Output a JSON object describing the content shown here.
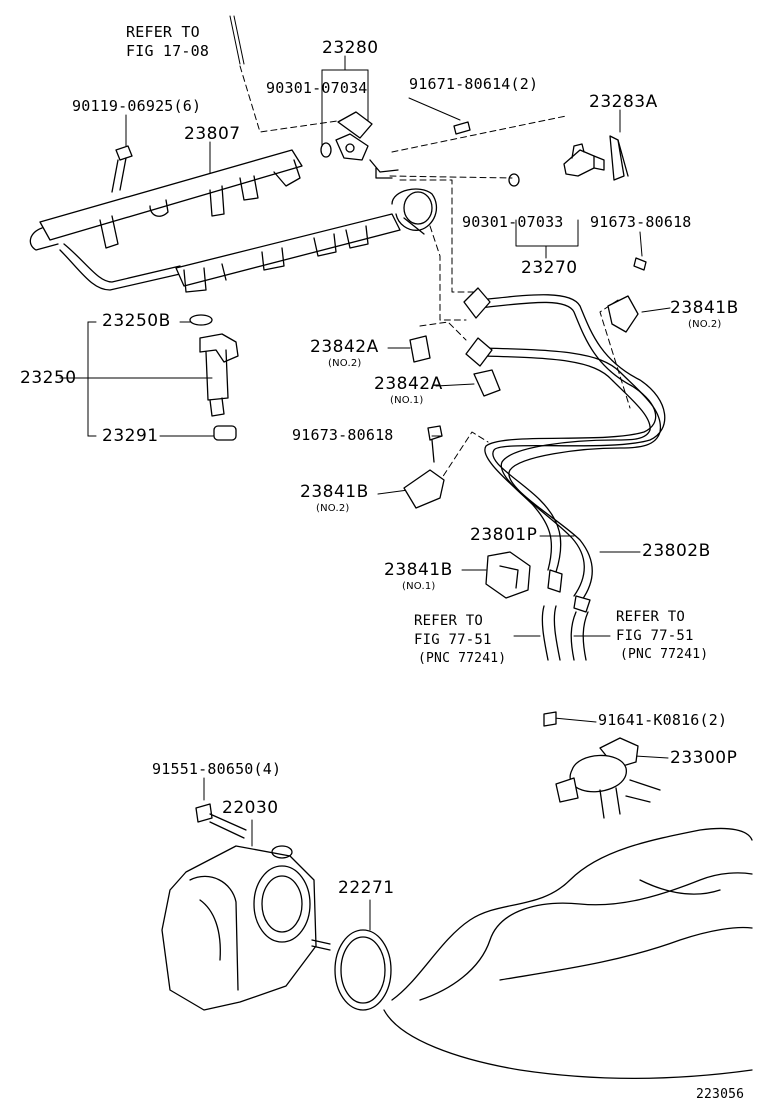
{
  "labels": {
    "refer_fig_17_08": {
      "line1": "REFER TO",
      "line2": "FIG 17-08"
    },
    "p23280": "23280",
    "p90301_07034": "90301-07034",
    "p91671_80614": "91671-80614(2)",
    "p23283A": "23283A",
    "p90119_06925": "90119-06925(6)",
    "p23807": "23807",
    "p90301_07033": "90301-07033",
    "p91673_80618_a": "91673-80618",
    "p23270": "23270",
    "p23841B_a": "23841B",
    "no2_a": "(NO.2)",
    "p23250B": "23250B",
    "p23250": "23250",
    "p23291": "23291",
    "p23842A_a": "23842A",
    "no2_b": "(NO.2)",
    "p23842A_b": "23842A",
    "no1_a": "(NO.1)",
    "p91673_80618_b": "91673-80618",
    "p23841B_b": "23841B",
    "no2_c": "(NO.2)",
    "p23801P": "23801P",
    "p23802B": "23802B",
    "p23841B_c": "23841B",
    "no1_b": "(NO.1)",
    "refer_77_51_a": {
      "line1": "REFER TO",
      "line2": "FIG 77-51",
      "line3": "(PNC 77241)"
    },
    "refer_77_51_b": {
      "line1": "REFER TO",
      "line2": "FIG 77-51",
      "line3": "(PNC 77241)"
    },
    "p91641_K0816": "91641-K0816(2)",
    "p23300P": "23300P",
    "p91551_80650": "91551-80650(4)",
    "p22030": "22030",
    "p22271": "22271",
    "figure_number": "223056"
  }
}
